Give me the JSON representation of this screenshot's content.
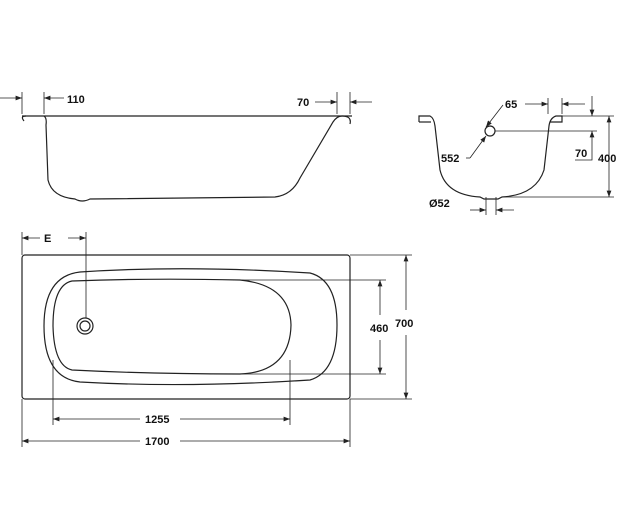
{
  "side_view": {
    "dim_left": "110",
    "dim_right": "70"
  },
  "section_view": {
    "dim_rim": "65",
    "dim_overflow_height": "552",
    "dim_overflow_offset": "70",
    "dim_depth": "400",
    "dim_drain": "Ø52"
  },
  "plan_view": {
    "dim_drain_position": "E",
    "dim_inner_length": "1255",
    "dim_length": "1700",
    "dim_inner_width": "460",
    "dim_width": "700"
  }
}
